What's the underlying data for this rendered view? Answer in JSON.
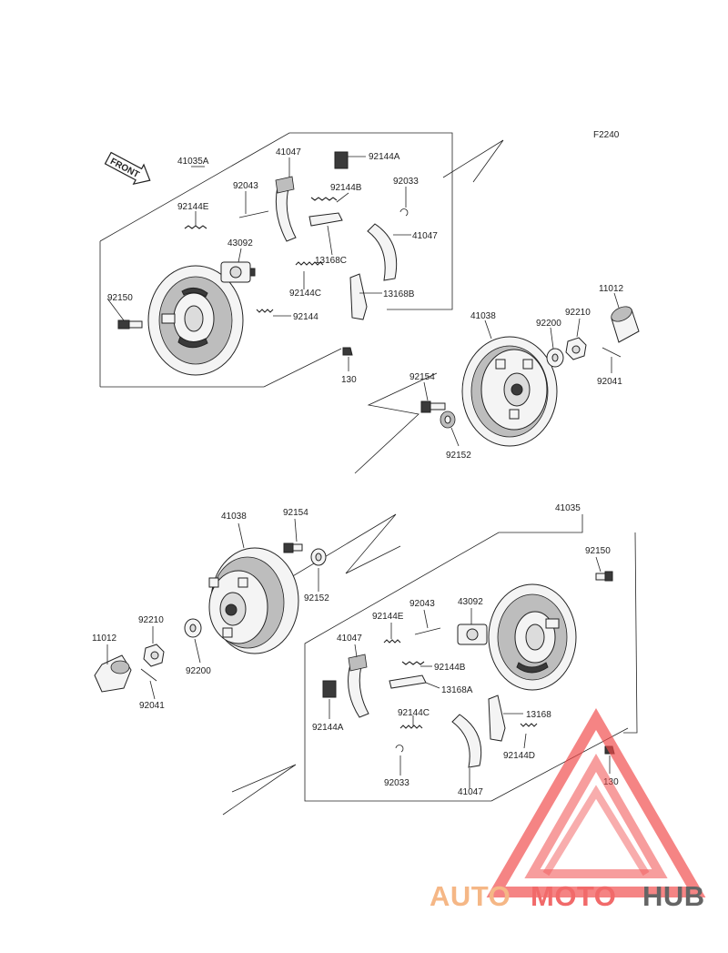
{
  "figure_code": "F2240",
  "front_arrow_label": "FRONT",
  "watermark": {
    "word_auto": "AUTO",
    "word_moto": "MOTO",
    "word_hub": "HUB",
    "color_auto": "#f5b07a",
    "color_moto": "#f05a5a",
    "color_hub": "#555555",
    "triangle_color": "#f04a4a"
  },
  "callouts": {
    "c41035A": "41035A",
    "c41047a": "41047",
    "c92144Aa": "92144A",
    "c92043a": "92043",
    "c92144Ba": "92144B",
    "c92033a": "92033",
    "c92144Ea": "92144E",
    "c43092a": "43092",
    "c13168C": "13168C",
    "c41047b": "41047",
    "c92150a": "92150",
    "c92144Ca": "92144C",
    "c13168B": "13168B",
    "c92144": "92144",
    "c130a": "130",
    "c41038a": "41038",
    "c92154a": "92154",
    "c92152a": "92152",
    "c92200a": "92200",
    "c92210a": "92210",
    "c11012a": "11012",
    "c92041a": "92041",
    "c41038b": "41038",
    "c92154b": "92154",
    "c92152b": "92152",
    "c92210b": "92210",
    "c92200b": "92200",
    "c11012b": "11012",
    "c92041b": "92041",
    "c41035": "41035",
    "c92150b": "92150",
    "c92043b": "92043",
    "c43092b": "43092",
    "c92144Eb": "92144E",
    "c41047c": "41047",
    "c92144Bb": "92144B",
    "c13168A": "13168A",
    "c92144Ab": "92144A",
    "c92144Cb": "92144C",
    "c13168": "13168",
    "c92144D": "92144D",
    "c92033b": "92033",
    "c41047d": "41047",
    "c130b": "130"
  }
}
